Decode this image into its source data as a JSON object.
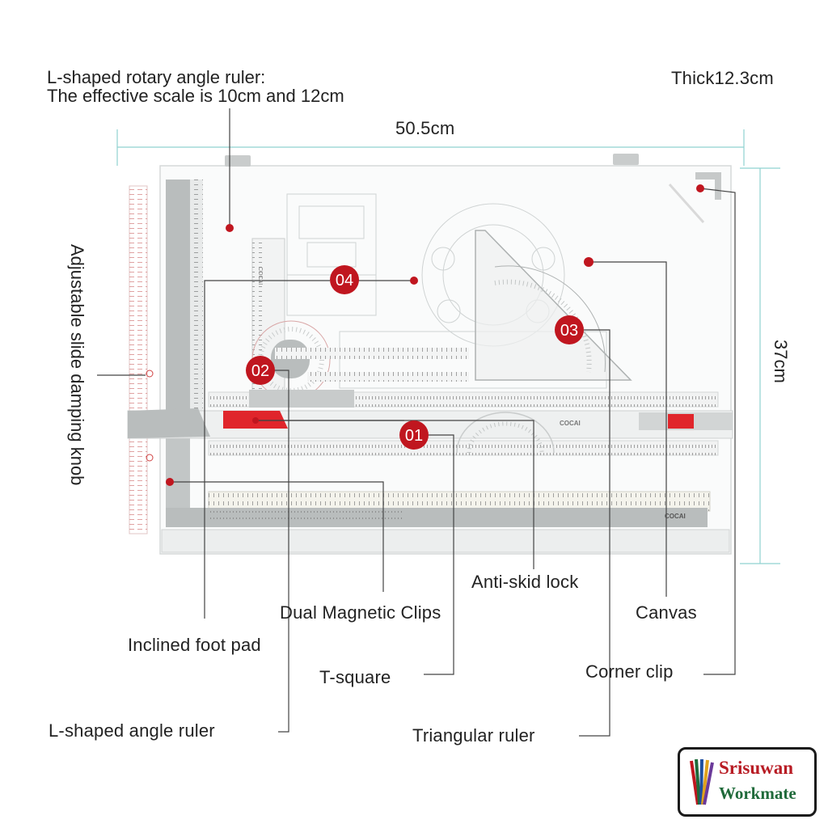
{
  "header": {
    "rotary_line1": "L-shaped rotary angle ruler:",
    "rotary_line2": "The effective scale is 10cm and 12cm",
    "thickness": "Thick12.3cm"
  },
  "dimensions": {
    "width": "50.5cm",
    "height": "37cm"
  },
  "callouts": {
    "badge_1": "01",
    "badge_2": "02",
    "badge_3": "03",
    "badge_4": "04"
  },
  "labels": {
    "knob": "Adjustable slide damping knob",
    "anti_skid": "Anti-skid lock",
    "magnetic_clips": "Dual Magnetic Clips",
    "canvas": "Canvas",
    "foot_pad": "Inclined foot pad",
    "t_square": "T-square",
    "corner_clip": "Corner clip",
    "l_ruler": "L-shaped angle ruler",
    "triangular": "Triangular ruler"
  },
  "board_print": {
    "brand_left": "COCAI",
    "brand_center": "COCAI",
    "brand_bottom": "COCAI"
  },
  "logo": {
    "line1": "Srisuwan",
    "line2": "Workmate"
  },
  "colors": {
    "badge": "#c0161f",
    "frame": "#b9bdbd",
    "lock": "#e0252b",
    "leader": "#444444",
    "dimension": "#8fd2d0"
  }
}
